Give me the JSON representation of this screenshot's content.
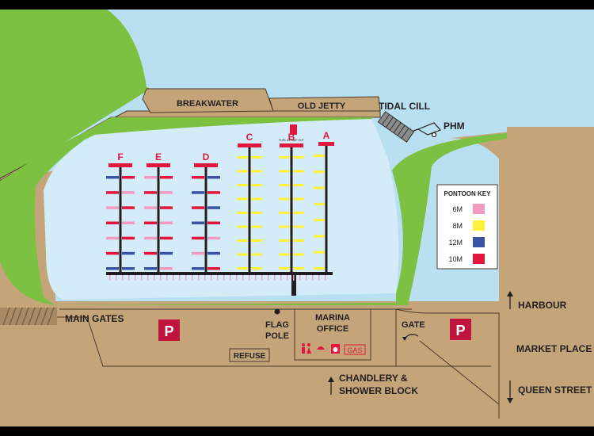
{
  "colors": {
    "frame": "#000000",
    "sky": "#b9e0f1",
    "water": "#d3ecf7",
    "grass": "#7cc142",
    "land": "#c4a57a",
    "outline": "#4a3b2a",
    "pontoon_main": "#231f20",
    "red": "#e3173e",
    "pink": "#f49ac2",
    "yellow": "#fff23c",
    "blue": "#3a53a4",
    "parking": "#c0143c"
  },
  "labels": {
    "breakwater": "BREAKWATER",
    "old_jetty": "OLD JETTY",
    "tidal_cill": "TIDAL CILL",
    "phm": "PHM",
    "main_gates": "MAIN GATES",
    "flag_pole_1": "FLAG",
    "flag_pole_2": "POLE",
    "marina_office_1": "MARINA",
    "marina_office_2": "OFFICE",
    "gas": "GAS",
    "refuse": "REFUSE",
    "gate": "GATE",
    "chandlery_1": "CHANDLERY &",
    "chandlery_2": "SHOWER BLOCK",
    "harbour": "HARBOUR",
    "market_place": "MARKET PLACE",
    "queen_street": "QUEEN STREET",
    "parking": "P",
    "fuel_text": "FUEL & PUMP OUT"
  },
  "pontoons": [
    {
      "letter": "F",
      "pattern": [
        "blue",
        "red",
        "pink",
        "red",
        "pink",
        "red",
        "blue"
      ]
    },
    {
      "letter": "E",
      "pattern": [
        "pink",
        "red",
        "pink",
        "red",
        "pink",
        "red",
        "blue"
      ]
    },
    {
      "letter": "D",
      "pattern": [
        "red",
        "blue",
        "red",
        "blue",
        "red",
        "pink",
        "blue"
      ]
    },
    {
      "letter": "C",
      "pattern": [
        "yellow",
        "yellow",
        "yellow",
        "yellow",
        "yellow",
        "yellow",
        "yellow",
        "yellow",
        "yellow"
      ]
    },
    {
      "letter": "B",
      "pattern": [
        "yellow",
        "yellow",
        "yellow",
        "yellow",
        "yellow",
        "yellow",
        "yellow",
        "yellow",
        "yellow"
      ]
    },
    {
      "letter": "A",
      "pattern": [
        "yellow",
        "yellow",
        "yellow",
        "yellow",
        "yellow",
        "yellow",
        "yellow",
        "yellow"
      ]
    }
  ],
  "pontoon_key": {
    "title": "PONTOON KEY",
    "items": [
      {
        "label": "6M",
        "color": "pink"
      },
      {
        "label": "8M",
        "color": "yellow"
      },
      {
        "label": "12M",
        "color": "blue"
      },
      {
        "label": "10M",
        "color": "red"
      }
    ]
  },
  "icons": [
    "fuel-icon",
    "toilets-icon",
    "showers-icon",
    "laundry-icon",
    "flag-pole-icon",
    "trailer-icon",
    "arrow-up-icon",
    "arrow-down-icon"
  ]
}
